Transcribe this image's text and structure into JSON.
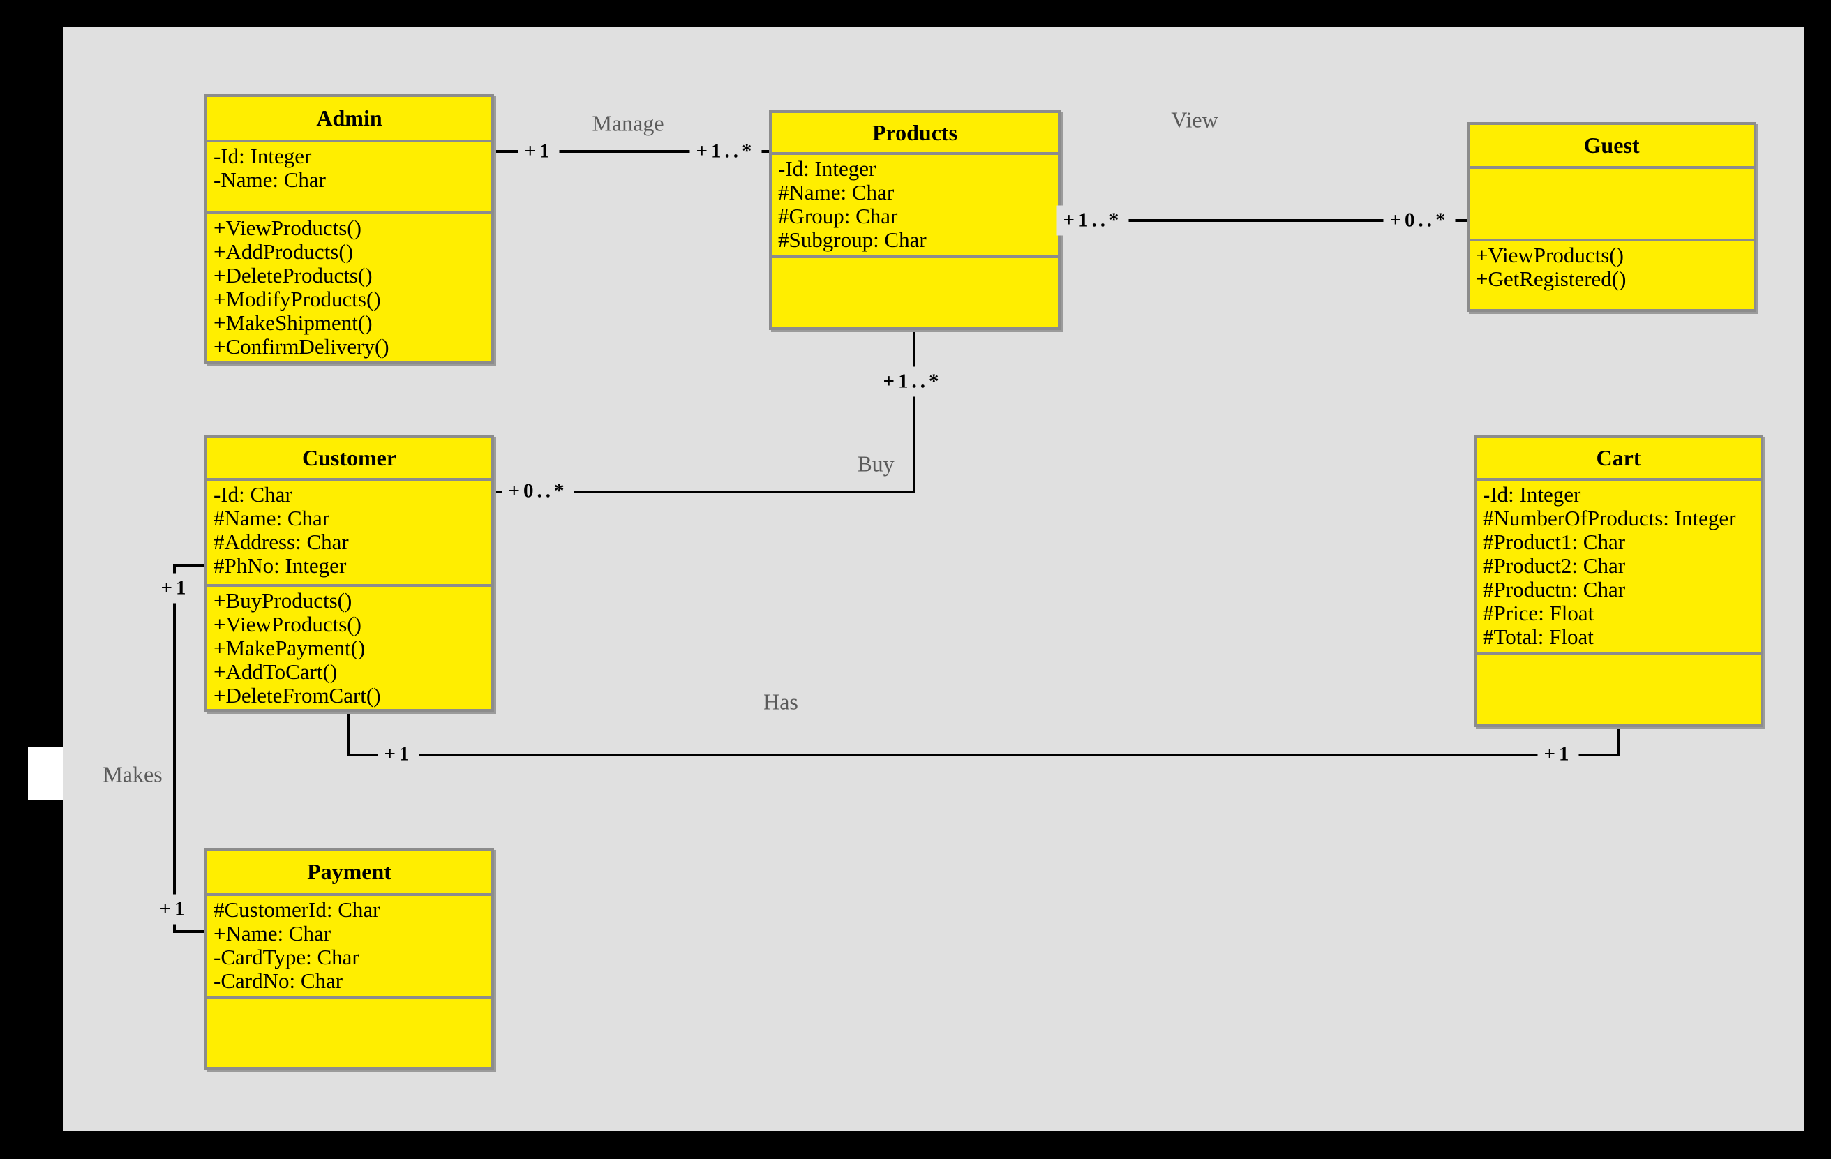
{
  "colors": {
    "background": "#000000",
    "canvas": "#e0e0e0",
    "class_fill": "#ffee00",
    "class_border": "#8c8c8c",
    "association_line": "#000000",
    "association_label": "#5a5a5a"
  },
  "classes": [
    {
      "name": "Admin",
      "attributes": [
        "-Id: Integer",
        "-Name: Char"
      ],
      "methods": [
        "+ViewProducts()",
        "+AddProducts()",
        "+DeleteProducts()",
        "+ModifyProducts()",
        "+MakeShipment()",
        "+ConfirmDelivery()"
      ]
    },
    {
      "name": "Products",
      "attributes": [
        "-Id: Integer",
        "#Name: Char",
        "#Group: Char",
        "#Subgroup: Char"
      ],
      "methods": []
    },
    {
      "name": "Guest",
      "attributes": [],
      "methods": [
        "+ViewProducts()",
        "+GetRegistered()"
      ]
    },
    {
      "name": "Customer",
      "attributes": [
        "-Id: Char",
        "#Name: Char",
        "#Address: Char",
        "#PhNo: Integer"
      ],
      "methods": [
        "+BuyProducts()",
        "+ViewProducts()",
        "+MakePayment()",
        "+AddToCart()",
        "+DeleteFromCart()"
      ]
    },
    {
      "name": "Cart",
      "attributes": [
        "-Id: Integer",
        "#NumberOfProducts: Integer",
        "#Product1: Char",
        "#Product2: Char",
        "#Productn: Char",
        "#Price: Float",
        "#Total: Float"
      ],
      "methods": []
    },
    {
      "name": "Payment",
      "attributes": [
        "#CustomerId: Char",
        "+Name: Char",
        "-CardType: Char",
        "-CardNo: Char"
      ],
      "methods": []
    }
  ],
  "associations": [
    {
      "label": "Manage",
      "from": "Admin",
      "to": "Products",
      "from_mult": "+1",
      "to_mult": "+1..*"
    },
    {
      "label": "View",
      "from": "Products",
      "to": "Guest",
      "from_mult": "+1..*",
      "to_mult": "+0..*"
    },
    {
      "label": "Buy",
      "from": "Products",
      "to": "Customer",
      "from_mult": "+1..*",
      "to_mult": "+0..*"
    },
    {
      "label": "Has",
      "from": "Customer",
      "to": "Cart",
      "from_mult": "+1",
      "to_mult": "+1"
    },
    {
      "label": "Makes",
      "from": "Customer",
      "to": "Payment",
      "from_mult": "+1",
      "to_mult": "+1"
    }
  ]
}
